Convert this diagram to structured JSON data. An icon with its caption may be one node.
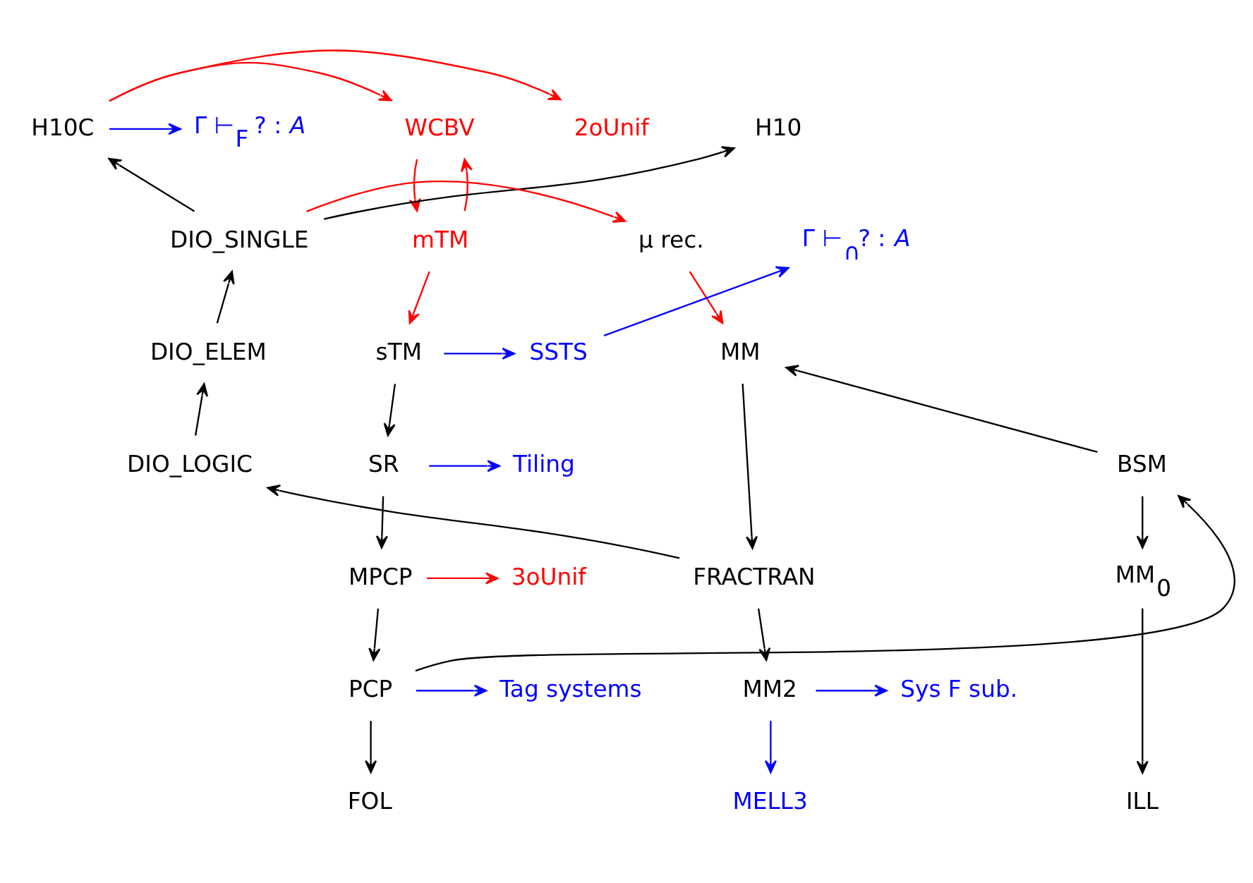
{
  "diagram": {
    "nodes": [
      {
        "text": [
          "2oUnif"
        ]
      },
      {
        "text": [
          "WCBV"
        ]
      },
      {
        "text": [
          "H10C"
        ]
      },
      {
        "text": [
          "H10"
        ]
      },
      {
        "text": [
          "Γ ⊢$_{F}$ ? : *A*"
        ]
      },
      {
        "text": [
          "Γ ⊢$_{∩}$? : *A*"
        ]
      },
      {
        "text": [
          "mTM"
        ]
      },
      {
        "text": [
          "μ rec."
        ]
      },
      {
        "text": [
          "DIO_SINGLE"
        ]
      },
      {
        "text": [
          "SSTS"
        ]
      },
      {
        "text": [
          "sTM"
        ]
      },
      {
        "text": [
          "MM"
        ]
      },
      {
        "text": [
          "DIO_ELEM"
        ]
      },
      {
        "text": [
          "Tiling"
        ]
      },
      {
        "text": [
          "SR"
        ]
      },
      {
        "text": [
          "BSM"
        ]
      },
      {
        "text": [
          "DIO_LOGIC"
        ]
      },
      {
        "text": [
          "3oUnif"
        ]
      },
      {
        "text": [
          "MPCP"
        ]
      },
      {
        "text": [
          "MM$_{0}$"
        ]
      },
      {
        "text": [
          "FRACTRAN"
        ]
      },
      {
        "text": [
          "Tag systems"
        ]
      },
      {
        "text": [
          "PCP"
        ]
      },
      {
        "text": [
          "MM2"
        ]
      },
      {
        "text": [
          "Sys F sub."
        ]
      },
      {
        "text": [
          "FOL"
        ]
      },
      {
        "text": [
          "ILL"
        ]
      },
      {
        "text": [
          "MELL3"
        ]
      }
    ],
    "edges": [
      {
        "from": 2,
        "to": 0,
        "arrow": "to",
        "color": "#ff0000"
      },
      {
        "from": 2,
        "to": 4,
        "arrow": "to",
        "color": "#0000ff"
      },
      {
        "from": 2,
        "to": 1,
        "arrow": "to",
        "color": "#ff0000"
      },
      {
        "from": 6,
        "to": 1,
        "arrow": "to",
        "color": "#ff0000"
      },
      {
        "from": 1,
        "to": 6,
        "arrow": "to",
        "color": "#ff0000"
      },
      {
        "from": 8,
        "to": 2,
        "arrow": "to"
      },
      {
        "from": 8,
        "to": 3,
        "arrow": "to"
      },
      {
        "from": 8,
        "to": 7,
        "arrow": "to",
        "color": "#ff0000"
      },
      {
        "from": 7,
        "to": 11,
        "arrow": "to",
        "color": "#ff0000"
      },
      {
        "from": 6,
        "to": 10,
        "arrow": "to",
        "color": "#ff0000"
      },
      {
        "from": 10,
        "to": 9,
        "arrow": "to",
        "color": "#0000ff"
      },
      {
        "from": 9,
        "to": 5,
        "arrow": "to",
        "color": "#0000ff"
      },
      {
        "from": 12,
        "to": 8,
        "arrow": "to"
      },
      {
        "from": 10,
        "to": 14,
        "arrow": "to"
      },
      {
        "from": 14,
        "to": 13,
        "arrow": "to",
        "color": "#0000ff"
      },
      {
        "from": 15,
        "to": 11,
        "arrow": "to"
      },
      {
        "from": 11,
        "to": 20,
        "arrow": "to"
      },
      {
        "from": 16,
        "to": 12,
        "arrow": "to"
      },
      {
        "from": 14,
        "to": 18,
        "arrow": "to"
      },
      {
        "from": 15,
        "to": 19,
        "arrow": "to"
      },
      {
        "from": 20,
        "to": 16,
        "arrow": "to"
      },
      {
        "from": 18,
        "to": 17,
        "arrow": "to",
        "color": "#ff0000"
      },
      {
        "from": 18,
        "to": 22,
        "arrow": "to"
      },
      {
        "from": 22,
        "to": 15,
        "arrow": "to"
      },
      {
        "from": 20,
        "to": 23,
        "arrow": "to"
      },
      {
        "from": 22,
        "to": 21,
        "arrow": "to",
        "color": "#0000ff"
      },
      {
        "from": 23,
        "to": 24,
        "arrow": "to",
        "color": "#0000ff"
      },
      {
        "from": 22,
        "to": 25,
        "arrow": "to"
      },
      {
        "from": 19,
        "to": 26,
        "arrow": "to"
      },
      {
        "from": 23,
        "to": 27,
        "arrow": "to",
        "color": "#0000ff"
      }
    ]
  }
}
